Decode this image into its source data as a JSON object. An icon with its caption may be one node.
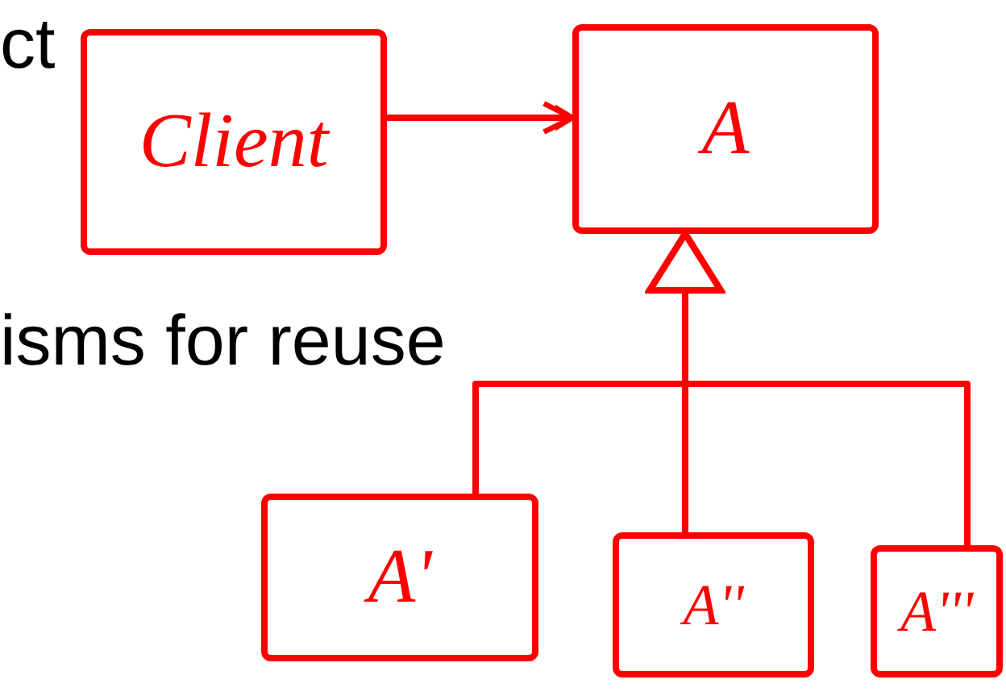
{
  "diagram": {
    "nodes": [
      {
        "text": [
          "Client"
        ]
      },
      {
        "text": [
          "A"
        ]
      },
      {
        "text": [
          "A'"
        ]
      },
      {
        "text": [
          "A''"
        ]
      },
      {
        "text": [
          "A'''"
        ]
      }
    ],
    "edges": [
      {
        "from": 0,
        "to": 1,
        "arrow": "to"
      },
      {
        "from": 2,
        "to": 1,
        "arrow": "to"
      },
      {
        "from": 3,
        "to": 1,
        "arrow": "to"
      },
      {
        "from": 4,
        "to": 1,
        "arrow": "to"
      }
    ],
    "labels": [
      "ct",
      "isms for reuse"
    ]
  }
}
